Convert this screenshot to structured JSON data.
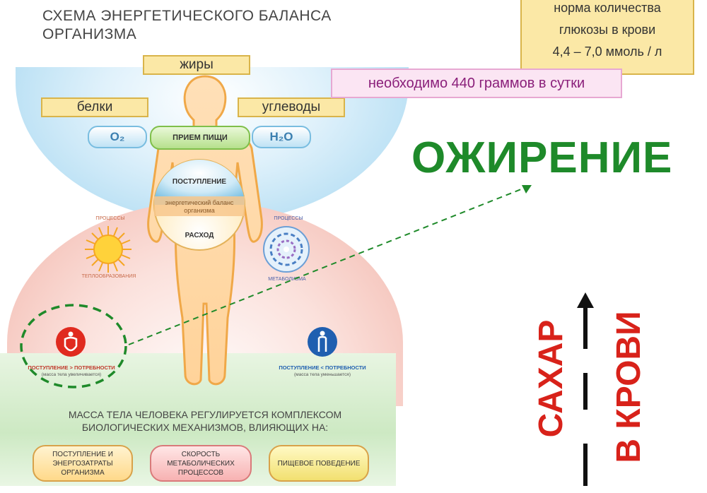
{
  "title_line1": "СХЕМА ЭНЕРГЕТИЧЕСКОГО БАЛАНСА",
  "title_line2": "ОРГАНИЗМА",
  "labels": {
    "fats": "жиры",
    "proteins": "белки",
    "carbs": "углеводы",
    "o2": "O₂",
    "h2o": "H₂O",
    "food_intake": "ПРИЕМ ПИЩИ",
    "intake": "ПОСТУПЛЕНИЕ",
    "balance": "энергетический баланс организма",
    "expense": "РАСХОД",
    "heat_top": "ПРОЦЕССЫ",
    "heat_bottom": "ТЕПЛООБРАЗОВАНИЯ",
    "metab_top": "ПРОЦЕССЫ",
    "metab_bottom": "МЕТАБОЛИЗМА",
    "left_status": "ПОСТУПЛЕНИЕ > ПОТРЕБНОСТИ",
    "left_sub": "(масса тела увеличивается)",
    "right_status": "ПОСТУПЛЕНИЕ < ПОТРЕБНОСТИ",
    "right_sub": "(масса тела уменьшается)",
    "regulation_line1": "МАССА ТЕЛА ЧЕЛОВЕКА РЕГУЛИРУЕТСЯ КОМПЛЕКСОМ",
    "regulation_line2": "БИОЛОГИЧЕСКИХ МЕХАНИЗМОВ, ВЛИЯЮЩИХ НА:",
    "factor1": "ПОСТУПЛЕНИЕ И ЭНЕРГОЗАТРАТЫ ОРГАНИЗМА",
    "factor2": "СКОРОСТЬ МЕТАБОЛИЧЕСКИХ ПРОЦЕССОВ",
    "factor3": "ПИЩЕВОЕ ПОВЕДЕНИЕ"
  },
  "glucose_note": {
    "line1": "норма количества",
    "line2": "глюкозы в крови",
    "line3": "4,4 – 7,0 ммоль / л"
  },
  "daily_note": "необходимо 440 граммов в сутки",
  "obesity": "ОЖИРЕНИЕ",
  "vertical": {
    "word1": "САХАР",
    "word2": "В КРОВИ"
  },
  "colors": {
    "green": "#1e8a2a",
    "red": "#d8221a",
    "yellow": "#fbe8a6"
  }
}
